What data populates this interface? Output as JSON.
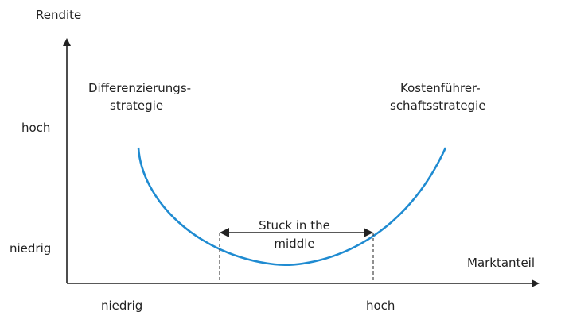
{
  "axes": {
    "y_label": "Rendite",
    "x_label": "Marktanteil",
    "y_ticks": [
      "hoch",
      "niedrig"
    ],
    "x_ticks": [
      "niedrig",
      "hoch"
    ]
  },
  "strategies": {
    "left": [
      "Differenzierungs-",
      "strategie"
    ],
    "right": [
      "Kostenführer-",
      "schaftsstrategie"
    ]
  },
  "middle": {
    "lines": [
      "Stuck in the",
      "middle"
    ]
  },
  "colors": {
    "curve": "#1f8bd1",
    "ink": "#222222"
  }
}
